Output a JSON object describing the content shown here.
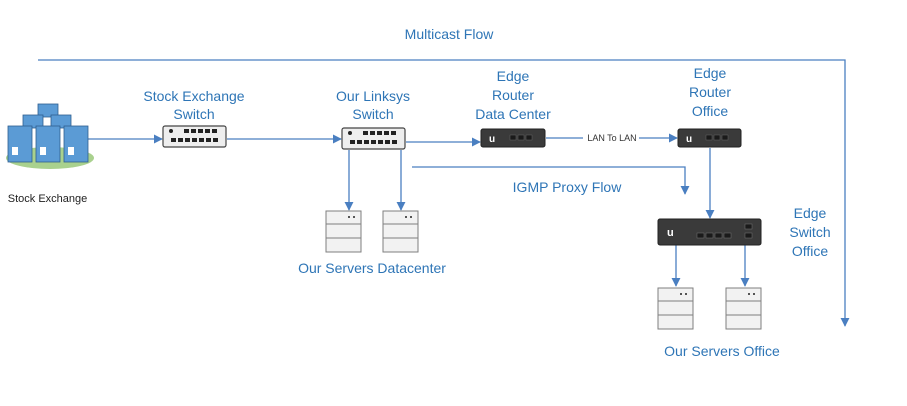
{
  "labels": {
    "multicast_flow": "Multicast Flow",
    "stock_exchange": "Stock Exchange",
    "stock_exchange_switch_1": "Stock Exchange",
    "stock_exchange_switch_2": "Switch",
    "linksys_switch_1": "Our Linksys",
    "linksys_switch_2": "Switch",
    "edge_router_dc_1": "Edge",
    "edge_router_dc_2": "Router",
    "edge_router_dc_3": "Data Center",
    "edge_router_office_1": "Edge",
    "edge_router_office_2": "Router",
    "edge_router_office_3": "Office",
    "lan_to_lan": "LAN To LAN",
    "igmp_proxy_flow": "IGMP Proxy Flow",
    "edge_switch_office_1": "Edge",
    "edge_switch_office_2": "Switch",
    "edge_switch_office_3": "Office",
    "servers_datacenter": "Our Servers Datacenter",
    "servers_office": "Our Servers Office"
  },
  "colors": {
    "line": "#4a7fc1",
    "label": "#2e75b6",
    "device_dark": "#3a3a3a",
    "switch_light": "#eeeeee",
    "server_blue": "#5b9bd5",
    "ground_green": "#a9d18e"
  },
  "icons": [
    "server-cluster-icon",
    "switch-icon",
    "router-icon",
    "server-icon"
  ]
}
